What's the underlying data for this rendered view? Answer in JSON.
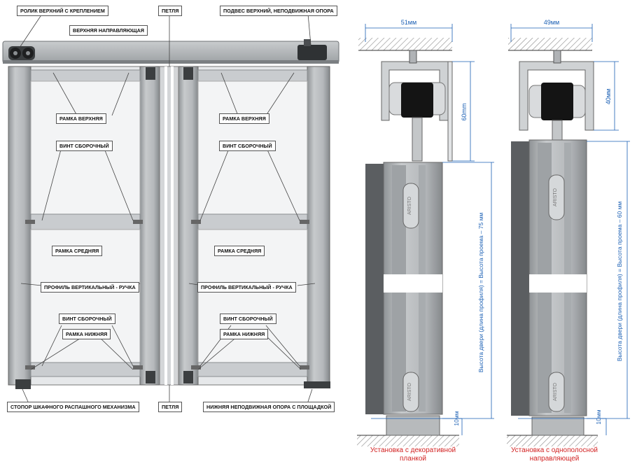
{
  "labels": {
    "roller_top": "РОЛИК ВЕРХНИЙ С КРЕПЛЕНИЕМ",
    "top_guide": "ВЕРХНЯЯ НАПРАВЛЯЮЩАЯ",
    "hinge_top": "ПЕТЛЯ",
    "hanger_top": "ПОДВЕС ВЕРХНИЙ, НЕПОДВИЖНАЯ ОПОРА",
    "frame_top_left": "РАМКА ВЕРХНЯЯ",
    "frame_top_right": "РАМКА ВЕРХНЯЯ",
    "screw_left_1": "ВИНТ СБОРОЧНЫЙ",
    "screw_right_1": "ВИНТ СБОРОЧНЫЙ",
    "frame_mid_left": "РАМКА СРЕДНЯЯ",
    "frame_mid_right": "РАМКА СРЕДНЯЯ",
    "profile_left": "ПРОФИЛЬ ВЕРТИКАЛЬНЫЙ - РУЧКА",
    "profile_right": "ПРОФИЛЬ ВЕРТИКАЛЬНЫЙ - РУЧКА",
    "screw_left_2": "ВИНТ СБОРОЧНЫЙ",
    "screw_right_2": "ВИНТ СБОРОЧНЫЙ",
    "frame_bot_left": "РАМКА НИЖНЯЯ",
    "frame_bot_right": "РАМКА НИЖНЯЯ",
    "stopper": "СТОПОР ШКАФНОГО РАСПАШНОГО МЕХАНИЗМА",
    "hinge_bottom": "ПЕТЛЯ",
    "support_bottom": "НИЖНЯЯ НЕПОДВИЖНАЯ ОПОРА С ПЛОЩАДКОЙ"
  },
  "section_a": {
    "width": "51мм",
    "height_top": "60mm",
    "formula": "Высота двери (длина профиля) = Высота проема – 75 мм",
    "bottom": "10мм",
    "profile_mark": "ARISTO",
    "caption_line1": "Установка с декоративной",
    "caption_line2": "планкой"
  },
  "section_b": {
    "width": "49мм",
    "height_top": "40мм",
    "formula": "Высота двери (длина профиля) = Высота проема – 60 мм",
    "bottom": "10мм",
    "profile_mark": "ARISTO",
    "caption_line1": "Установка с однополосной",
    "caption_line2": "направляющей"
  },
  "colors": {
    "dimension": "#1a5fb4",
    "caption": "#d22222",
    "profile": "#b9bcbf",
    "frame": "#d9dbdd"
  }
}
